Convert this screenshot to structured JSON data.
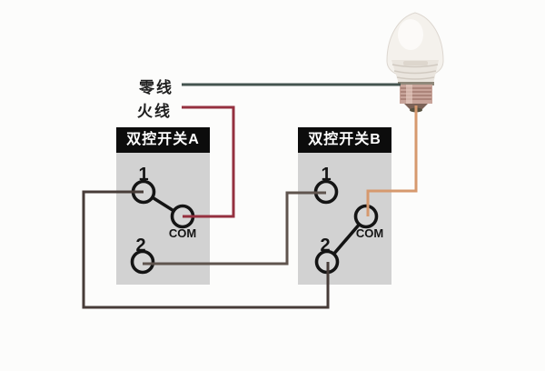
{
  "diagram": {
    "labels": {
      "neutral": "零线",
      "live": "火线"
    },
    "switch_a": {
      "title": "双控开关A",
      "terminal_1": "1",
      "terminal_2": "2",
      "com": "COM"
    },
    "switch_b": {
      "title": "双控开关B",
      "terminal_1": "1",
      "terminal_2": "2",
      "com": "COM"
    },
    "colors": {
      "page_bg": "#fcfcfb",
      "neutral_wire": "#44544f",
      "live_wire": "#95303f",
      "traveler_wire_top": "#5f544e",
      "traveler_wire_bottom": "#473c38",
      "lamp_wire": "#d6996e",
      "box_fill": "#d2d2d2",
      "title_bar_bg": "#0c0c0c",
      "title_bar_text": "#ffffff"
    }
  }
}
